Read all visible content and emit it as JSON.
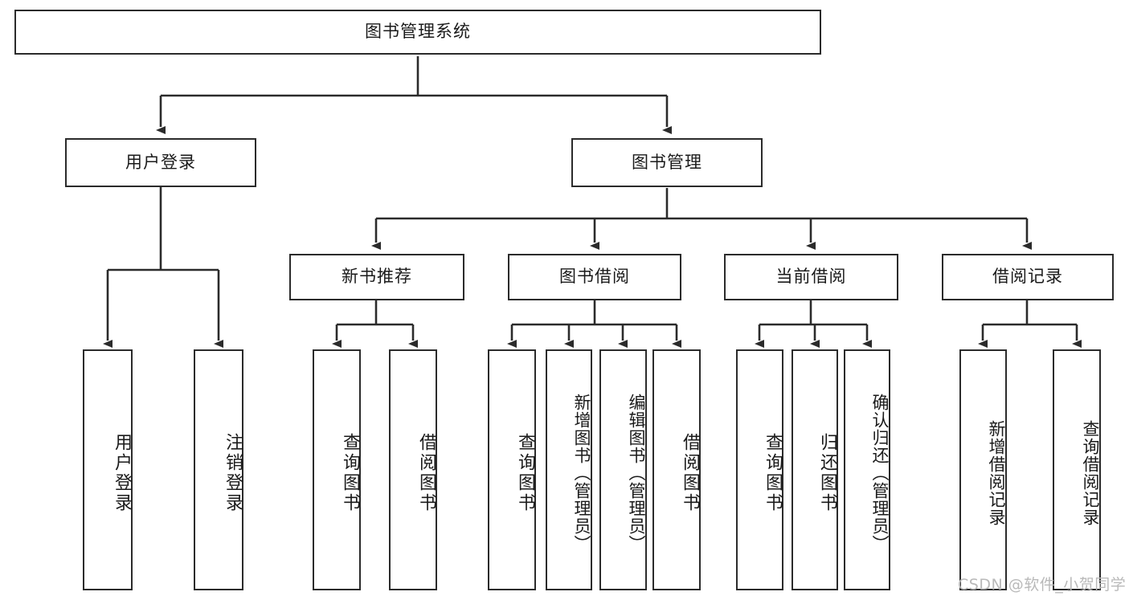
{
  "diagram": {
    "type": "tree-hierarchy",
    "title": "图书管理系统",
    "watermark": "CSDN @软件_小贺同学",
    "colors": {
      "box_border": "#2b2b2b",
      "box_fill": "#ffffff",
      "edge": "#2b2b2b",
      "text": "#1a1a1a",
      "watermark": "#b9b9b9",
      "background": "#ffffff"
    },
    "nodes": {
      "root": {
        "label": "图书管理系统",
        "level": 0
      },
      "l1": [
        {
          "id": "user-login",
          "label": "用户登录",
          "level": 1
        },
        {
          "id": "book-manage",
          "label": "图书管理",
          "level": 1
        }
      ],
      "l2": [
        {
          "id": "new-book-recommend",
          "label": "新书推荐",
          "level": 2,
          "parent": "book-manage"
        },
        {
          "id": "book-borrow",
          "label": "图书借阅",
          "level": 2,
          "parent": "book-manage"
        },
        {
          "id": "current-borrow",
          "label": "当前借阅",
          "level": 2,
          "parent": "book-manage"
        },
        {
          "id": "borrow-record",
          "label": "借阅记录",
          "level": 2,
          "parent": "book-manage"
        }
      ],
      "leaves": [
        {
          "id": "leaf-user-login",
          "label": "用户登录",
          "parent": "user-login"
        },
        {
          "id": "leaf-logout-login",
          "label": "注销登录",
          "parent": "user-login"
        },
        {
          "id": "leaf-query-book-1",
          "label": "查询图书",
          "parent": "new-book-recommend"
        },
        {
          "id": "leaf-borrow-book-1",
          "label": "借阅图书",
          "parent": "new-book-recommend"
        },
        {
          "id": "leaf-query-book-2",
          "label": "查询图书",
          "parent": "book-borrow"
        },
        {
          "id": "leaf-add-book",
          "label": "新增图书（管理员）",
          "parent": "book-borrow"
        },
        {
          "id": "leaf-edit-book",
          "label": "编辑图书（管理员）",
          "parent": "book-borrow"
        },
        {
          "id": "leaf-borrow-book-2",
          "label": "借阅图书",
          "parent": "book-borrow"
        },
        {
          "id": "leaf-query-book-3",
          "label": "查询图书",
          "parent": "current-borrow"
        },
        {
          "id": "leaf-return-book",
          "label": "归还图书",
          "parent": "current-borrow"
        },
        {
          "id": "leaf-confirm-return",
          "label": "确认归还（管理员）",
          "parent": "current-borrow"
        },
        {
          "id": "leaf-add-record",
          "label": "新增借阅记录",
          "parent": "borrow-record"
        },
        {
          "id": "leaf-query-record",
          "label": "查询借阅记录",
          "parent": "borrow-record"
        }
      ]
    }
  }
}
